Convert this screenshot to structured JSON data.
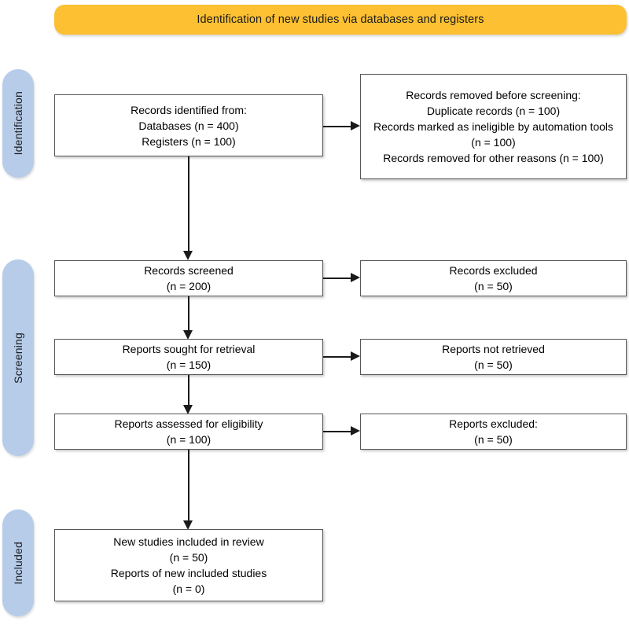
{
  "header": {
    "title": "Identification of new studies via databases and registers",
    "color": "#fcc032"
  },
  "stages": [
    {
      "label": "Identification",
      "color": "#b6cce9"
    },
    {
      "label": "Screening",
      "color": "#b6cce9"
    },
    {
      "label": "Included",
      "color": "#b6cce9"
    }
  ],
  "boxes": {
    "identified": {
      "lines": [
        "Records identified from:",
        "Databases (n = 400)",
        "Registers (n = 100)"
      ]
    },
    "removed_before_screening": {
      "lines": [
        "Records removed before screening:",
        "Duplicate records (n = 100)",
        "Records marked as ineligible by automation tools (n = 100)",
        "Records removed for other reasons (n = 100)"
      ]
    },
    "records_screened": {
      "lines": [
        "Records screened",
        "(n = 200)"
      ]
    },
    "records_excluded": {
      "lines": [
        "Records excluded",
        "(n = 50)"
      ]
    },
    "reports_sought": {
      "lines": [
        "Reports sought for retrieval",
        "(n = 150)"
      ]
    },
    "reports_not_retrieved": {
      "lines": [
        "Reports not retrieved",
        "(n = 50)"
      ]
    },
    "reports_assessed": {
      "lines": [
        "Reports assessed for eligibility",
        "(n = 100)"
      ]
    },
    "reports_excluded": {
      "lines": [
        "Reports excluded:",
        "(n = 50)"
      ]
    },
    "new_studies_included": {
      "lines": [
        "New studies included in review",
        "(n = 50)",
        "Reports of new included studies",
        "(n = 0)"
      ]
    }
  }
}
